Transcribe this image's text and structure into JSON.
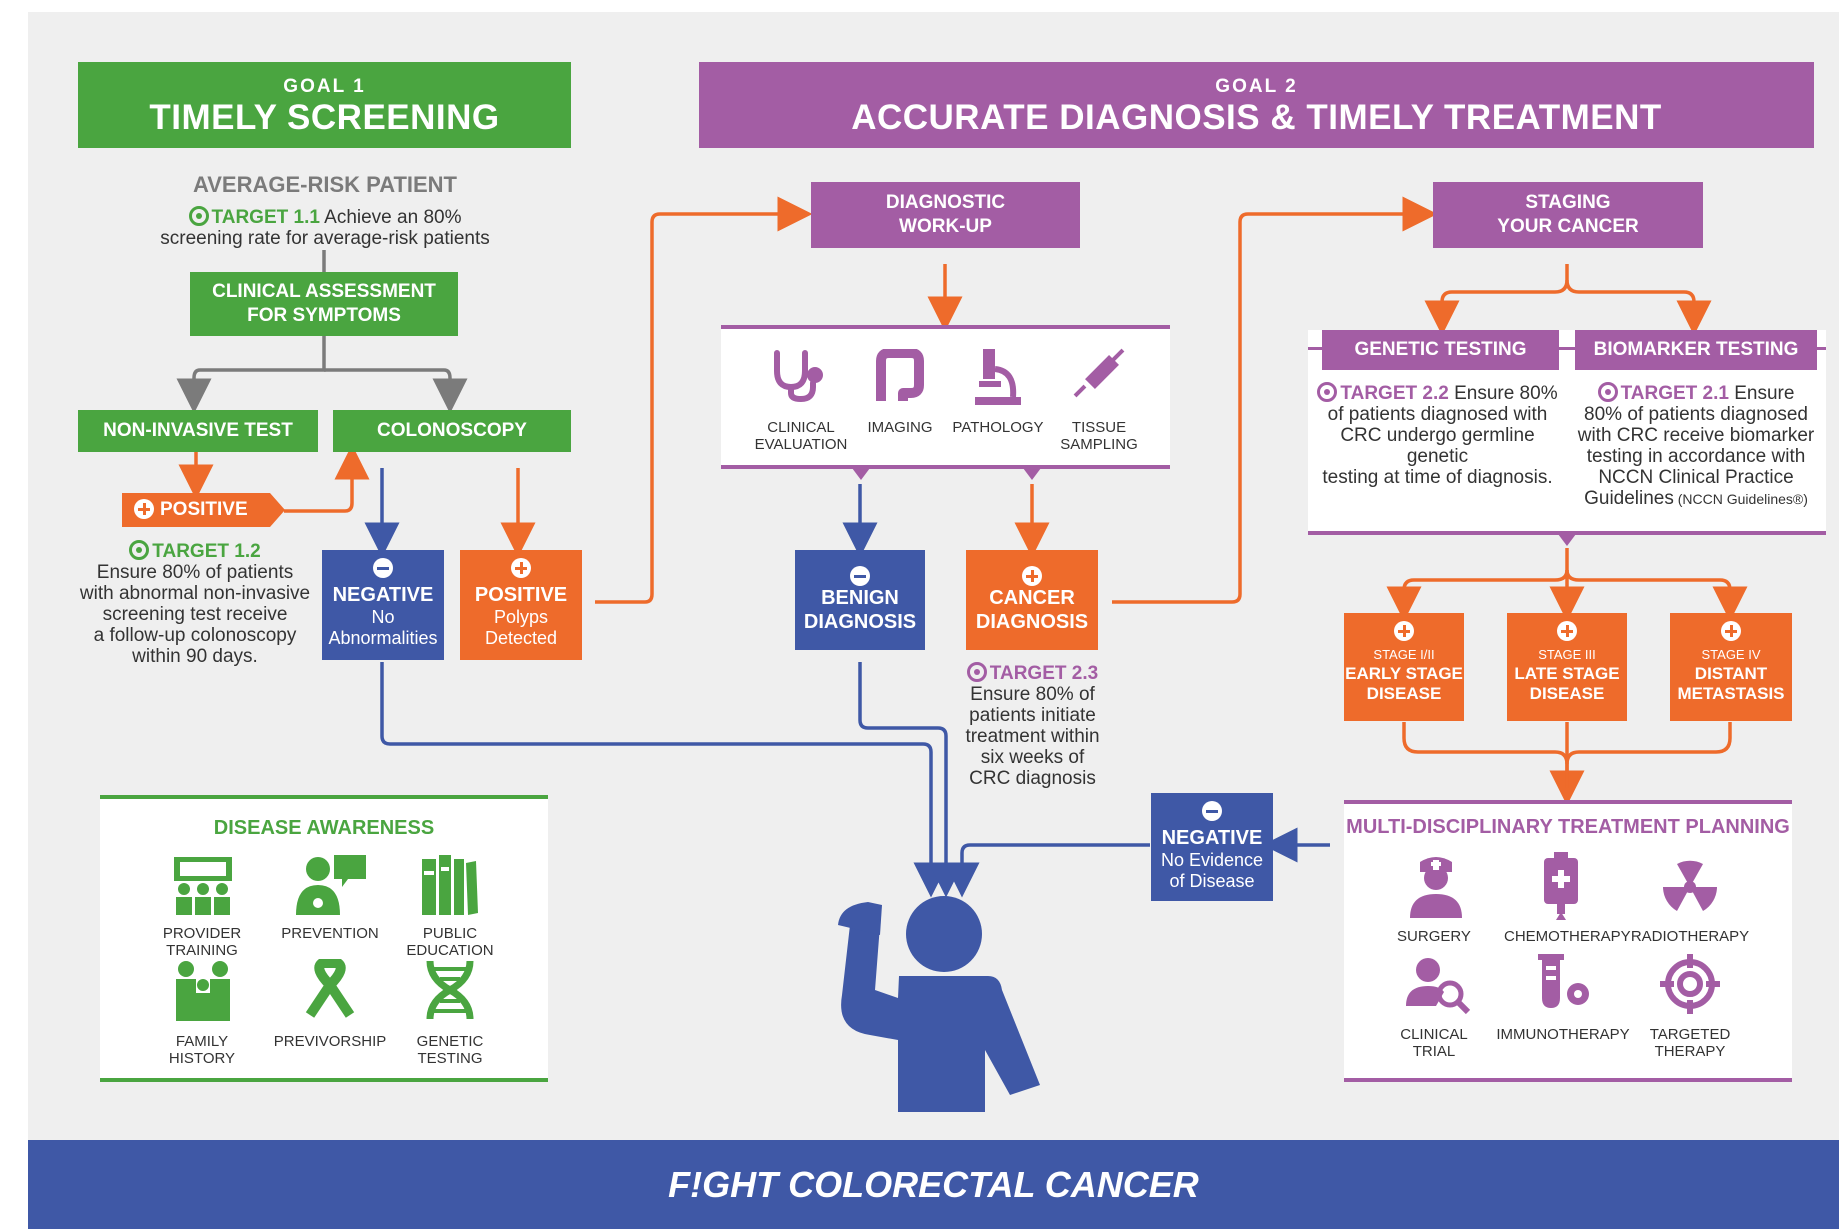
{
  "goal1": {
    "label": "GOAL 1",
    "title": "TIMELY SCREENING"
  },
  "goal2": {
    "label": "GOAL 2",
    "title": "ACCURATE DIAGNOSIS & TIMELY TREATMENT"
  },
  "screening": {
    "patient": "AVERAGE-RISK PATIENT",
    "target_1_1": {
      "label": "TARGET 1.1",
      "text1": " Achieve an 80%",
      "text2": "screening rate for average-risk patients"
    },
    "assessment": [
      "CLINICAL ASSESSMENT",
      "FOR SYMPTOMS"
    ],
    "non_invasive": "NON-INVASIVE TEST",
    "colonoscopy": "COLONOSCOPY",
    "positive": "POSITIVE",
    "target_1_2": {
      "label": "TARGET 1.2",
      "lines": [
        "Ensure 80% of patients",
        "with abnormal non-invasive",
        "screening test receive",
        "a follow-up colonoscopy",
        "within 90 days."
      ]
    },
    "negative": {
      "title": "NEGATIVE",
      "sub1": "No",
      "sub2": "Abnormalities"
    },
    "positive_polyps": {
      "title": "POSITIVE",
      "sub1": "Polyps",
      "sub2": "Detected"
    }
  },
  "diagnosis": {
    "workup": [
      "DIAGNOSTIC",
      "WORK-UP"
    ],
    "icons": [
      {
        "icon": "stethoscope-icon",
        "label1": "CLINICAL",
        "label2": "EVALUATION"
      },
      {
        "icon": "intestine-icon",
        "label1": "IMAGING",
        "label2": ""
      },
      {
        "icon": "microscope-icon",
        "label1": "PATHOLOGY",
        "label2": ""
      },
      {
        "icon": "syringe-icon",
        "label1": "TISSUE",
        "label2": "SAMPLING"
      }
    ],
    "benign": [
      "BENIGN",
      "DIAGNOSIS"
    ],
    "cancer": [
      "CANCER",
      "DIAGNOSIS"
    ],
    "target_2_3": {
      "label": "TARGET 2.3",
      "lines": [
        "Ensure 80% of",
        "patients initiate",
        "treatment within",
        "six weeks of",
        "CRC diagnosis"
      ]
    }
  },
  "staging": {
    "title": [
      "STAGING",
      "YOUR CANCER"
    ],
    "genetic": "GENETIC TESTING",
    "biomarker": "BIOMARKER TESTING",
    "target_2_2": {
      "label": "TARGET 2.2",
      "first": " Ensure 80%",
      "lines": [
        "of patients diagnosed with",
        "CRC undergo germline genetic",
        "testing at time of diagnosis."
      ]
    },
    "target_2_1": {
      "label": "TARGET 2.1",
      "first": " Ensure",
      "lines": [
        "80% of patients diagnosed",
        "with CRC receive biomarker",
        "testing in accordance with",
        "NCCN Clinical Practice"
      ],
      "last": "Guidelines",
      "last_small": " (NCCN Guidelines®)"
    },
    "stages": [
      {
        "stage": "STAGE I/II",
        "line1": "EARLY STAGE",
        "line2": "DISEASE"
      },
      {
        "stage": "STAGE III",
        "line1": "LATE STAGE",
        "line2": "DISEASE"
      },
      {
        "stage": "STAGE IV",
        "line1": "DISTANT",
        "line2": "METASTASIS"
      }
    ]
  },
  "treatment": {
    "title": "MULTI-DISCIPLINARY TREATMENT PLANNING",
    "items": [
      {
        "icon": "surgeon-icon",
        "label1": "SURGERY",
        "label2": ""
      },
      {
        "icon": "iv-bag-icon",
        "label1": "CHEMOTHERAPY",
        "label2": ""
      },
      {
        "icon": "radiation-icon",
        "label1": "RADIOTHERAPY",
        "label2": ""
      },
      {
        "icon": "person-search-icon",
        "label1": "CLINICAL",
        "label2": "TRIAL"
      },
      {
        "icon": "test-tube-gear-icon",
        "label1": "IMMUNOTHERAPY",
        "label2": ""
      },
      {
        "icon": "crosshair-icon",
        "label1": "TARGETED",
        "label2": "THERAPY"
      }
    ],
    "negative": {
      "title": "NEGATIVE",
      "sub1": "No Evidence",
      "sub2": "of Disease"
    }
  },
  "awareness": {
    "title": "DISEASE AWARENESS",
    "items": [
      {
        "icon": "classroom-icon",
        "label1": "PROVIDER",
        "label2": "TRAINING"
      },
      {
        "icon": "doctor-chat-icon",
        "label1": "PREVENTION",
        "label2": ""
      },
      {
        "icon": "books-icon",
        "label1": "PUBLIC",
        "label2": "EDUCATION"
      },
      {
        "icon": "family-icon",
        "label1": "FAMILY",
        "label2": "HISTORY"
      },
      {
        "icon": "ribbon-icon",
        "label1": "PREVIVORSHIP",
        "label2": ""
      },
      {
        "icon": "dna-icon",
        "label1": "GENETIC",
        "label2": "TESTING"
      }
    ]
  },
  "footer": {
    "brand": "F!GHT COLORECTAL CANCER"
  },
  "colors": {
    "green": "#4aa540",
    "purple": "#a35da4",
    "orange": "#ee6b2b",
    "blue": "#3f58a6",
    "gray": "#7b7b7b"
  }
}
